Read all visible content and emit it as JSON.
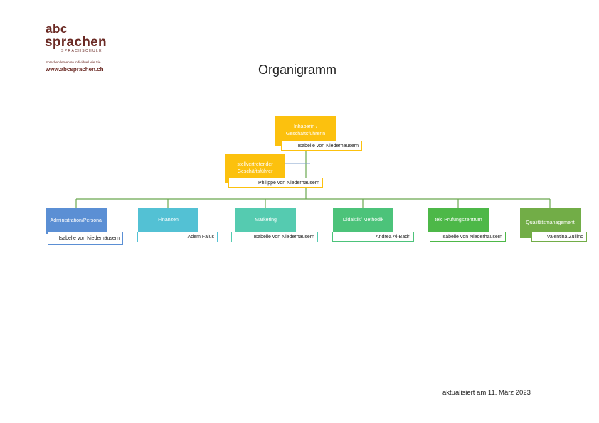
{
  "logo": {
    "abc": "abc",
    "sprachen": "sprachen",
    "sub": "SPRACHSCHULE",
    "tagline": "Sprachen lernen so individuell wie Sie",
    "url": "www.abcsprachen.ch",
    "brand_color": "#6b2a24"
  },
  "title": "Organigramm",
  "top": {
    "role": "Inhaberin / Geschäftsführerin",
    "name": "Isabelle von Niederhäusern",
    "color": "#fcc10e"
  },
  "deputy": {
    "role": "stellvertretender Geschäftsführer",
    "name": "Philippe von Niederhäusern",
    "color": "#fcc10e"
  },
  "connector_color": "#6aa84f",
  "departments": [
    {
      "role": "Administration/Personal",
      "name": "Isabelle von Niederhäusern",
      "color": "#5b8fd4"
    },
    {
      "role": "Finanzen",
      "name": "Adem Falus",
      "color": "#53c1d4"
    },
    {
      "role": "Marketing",
      "name": "Isabelle von Niederhäusern",
      "color": "#55cbb0"
    },
    {
      "role": "Didaktik/ Methodik",
      "name": "Andrea Al-Badri",
      "color": "#4cc37a"
    },
    {
      "role": "telc Prüfungszentrum",
      "name": "Isabelle von Niederhäusern",
      "color": "#4db848"
    },
    {
      "role": "Qualitätsmanagement",
      "name": "Valentina Zullino",
      "color": "#72ad47"
    }
  ],
  "updated": "aktualisiert am 11. März 2023"
}
